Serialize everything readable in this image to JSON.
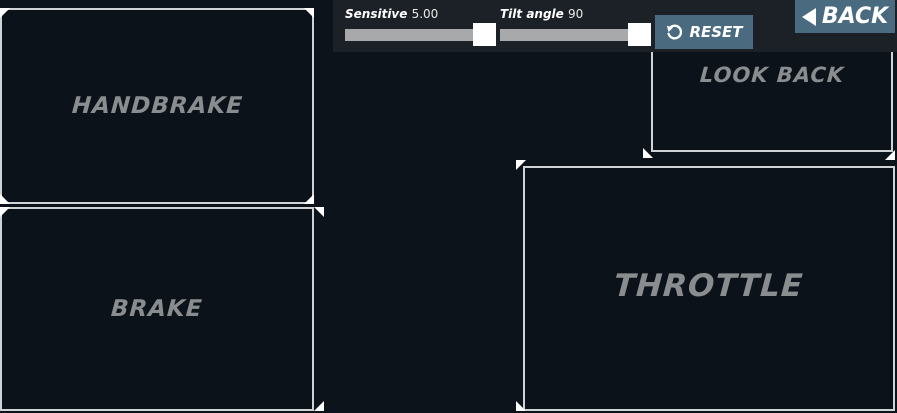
{
  "zones": {
    "handbrake": "HANDBRAKE",
    "brake": "BRAKE",
    "look_back": "LOOK BACK",
    "throttle": "THROTTLE"
  },
  "settings": {
    "sensitive_label": "Sensitive",
    "sensitive_value": "5.00",
    "sensitive_level": 1.0,
    "tilt_label": "Tilt angle",
    "tilt_value": "90",
    "tilt_level": 1.0
  },
  "buttons": {
    "reset_label": "RESET",
    "back_label": "BACK"
  },
  "icons": {
    "reset": "rotate-ccw-icon",
    "back": "triangle-left-icon"
  },
  "colors": {
    "background": "#0d131a",
    "zone_border": "#cfd3d6",
    "zone_label": "#8a8d90",
    "button": "#4a6a80",
    "panel": "#1c2127"
  }
}
